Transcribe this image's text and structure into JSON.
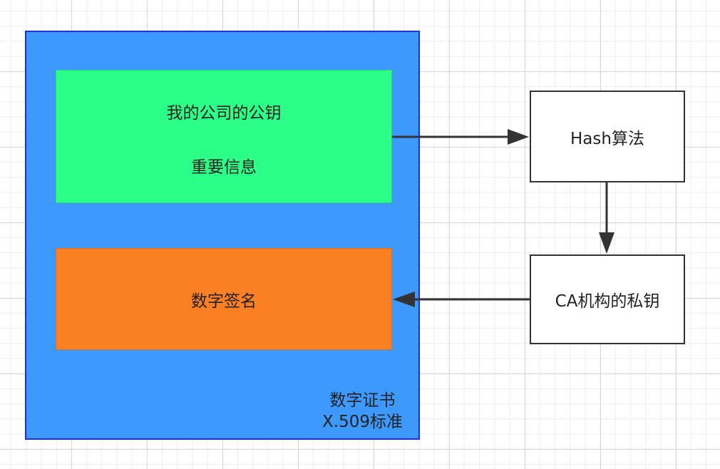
{
  "certificate": {
    "caption_line1": "数字证书",
    "caption_line2": "X.509标准"
  },
  "info_box": {
    "line1": "我的公司的公钥",
    "line2": "重要信息"
  },
  "signature_box": {
    "label": "数字签名"
  },
  "hash_node": {
    "label": "Hash算法"
  },
  "ca_node": {
    "label": "CA机构的私钥"
  },
  "colors": {
    "certificate_fill": "#3d99fc",
    "certificate_border": "#1a2cff",
    "info_fill": "#2cff88",
    "signature_fill": "#fb7f23",
    "arrow": "#333333"
  },
  "edges": [
    {
      "from": "info_box",
      "to": "hash_node"
    },
    {
      "from": "hash_node",
      "to": "ca_node"
    },
    {
      "from": "ca_node",
      "to": "signature_box"
    }
  ]
}
